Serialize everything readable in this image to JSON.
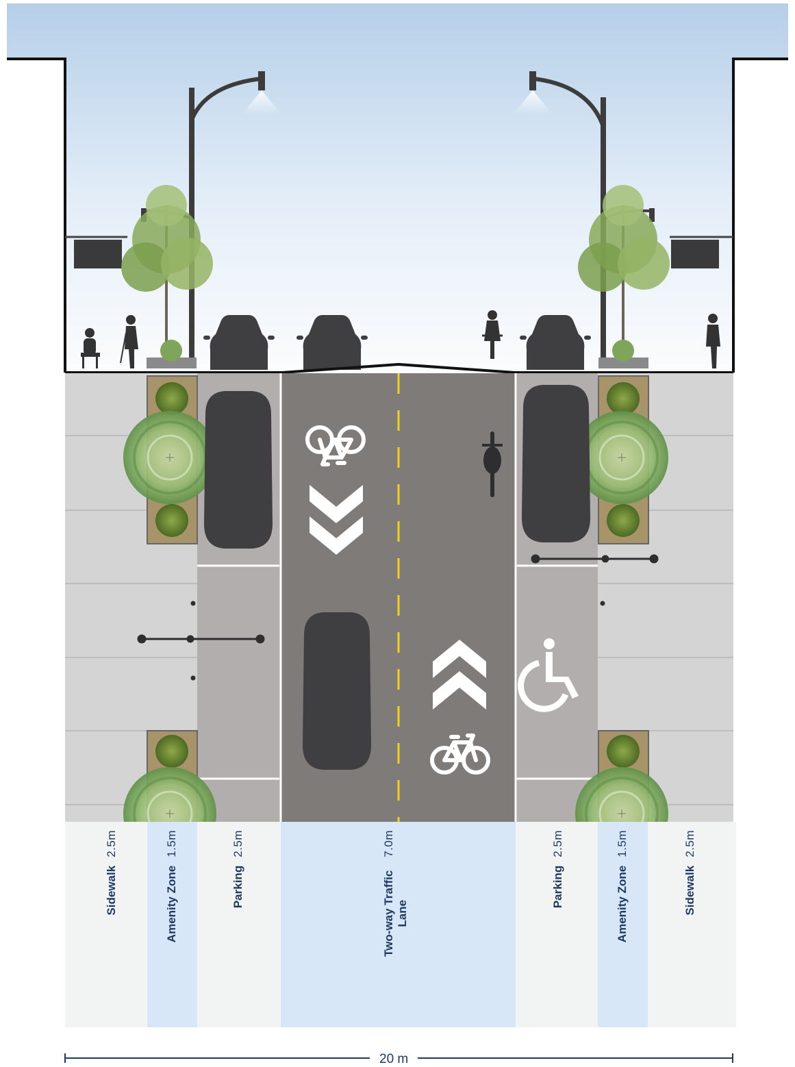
{
  "zones": [
    {
      "id": "sidewalk-left",
      "name": "Sidewalk",
      "width": "2.5m"
    },
    {
      "id": "amenity-left",
      "name": "Amenity Zone",
      "width": "1.5m"
    },
    {
      "id": "parking-left",
      "name": "Parking",
      "width": "2.5m"
    },
    {
      "id": "traffic-lane",
      "name": "Two-way Traffic Lane",
      "width": "7.0m"
    },
    {
      "id": "parking-right",
      "name": "Parking",
      "width": "2.5m"
    },
    {
      "id": "amenity-right",
      "name": "Amenity Zone",
      "width": "1.5m"
    },
    {
      "id": "sidewalk-right",
      "name": "Sidewalk",
      "width": "2.5m"
    }
  ],
  "total_width": "20 m",
  "colors": {
    "sky_top": "#b9d3ea",
    "sidewalk": "#d4d4d4",
    "parking": "#b3aeae",
    "road": "#7e7b79",
    "label_blue": "#d8e7f7",
    "label_white": "#f2f4f4",
    "text": "#1d3a63",
    "centerline": "#f2d11c",
    "vehicle": "#3f3e40"
  },
  "icons": [
    "bicycle-icon",
    "chevron-icon",
    "wheelchair-icon",
    "tree-icon",
    "street-lamp-icon",
    "car-icon",
    "pedestrian-icon",
    "cyclist-icon"
  ]
}
